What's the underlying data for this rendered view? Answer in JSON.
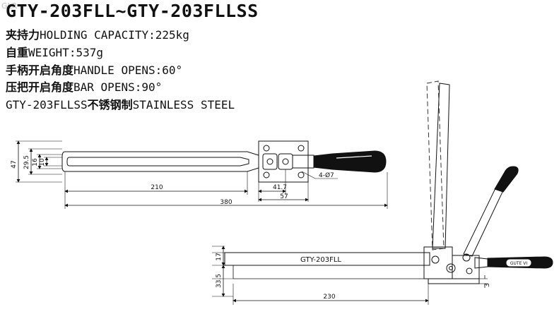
{
  "watermark": "GLR",
  "spec": {
    "title": "GTY-203FLL~GTY-203FLLSS",
    "lines": [
      {
        "cn": "夹持力",
        "en": "HOLDING CAPACITY:225kg"
      },
      {
        "cn": "自重",
        "en": "WEIGHT:537g"
      },
      {
        "cn": "手柄开启角度",
        "en": "HANDLE OPENS:60°"
      },
      {
        "cn": "压把开启角度",
        "en": "BAR OPENS:90°"
      },
      {
        "pre": "GTY-203FLLSS",
        "cn": "不锈钢制",
        "en": "STAINLESS STEEL"
      }
    ]
  },
  "top_view": {
    "dim_height": "47",
    "dim_bar": "29.5",
    "dim_slot": "16",
    "dim_inner": "10",
    "dim_length_a": "210",
    "dim_length_total": "380",
    "dim_pivot": "41.7",
    "dim_base": "57",
    "hole_note": "4-Ø7"
  },
  "side_view": {
    "model_label": "GTY-203FLL",
    "handle_brand": "GUTE VI",
    "dim_17": "17",
    "dim_33_5": "33.5",
    "dim_3": "3",
    "dim_230": "230"
  },
  "colors": {
    "line": "#111111",
    "grip": "#111111",
    "dash": "#333333"
  }
}
